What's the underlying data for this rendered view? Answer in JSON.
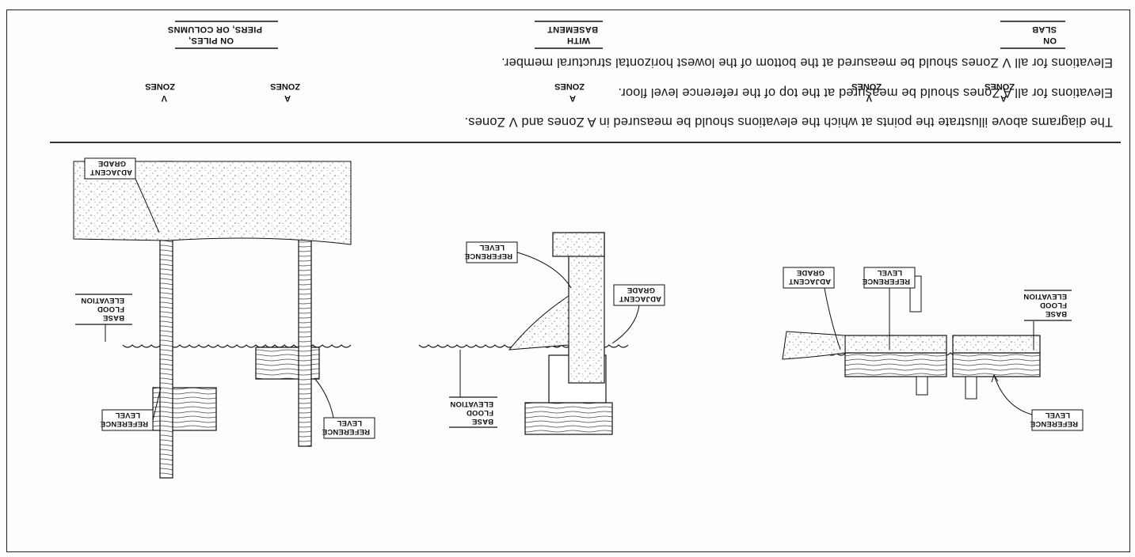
{
  "diagrams": [
    {
      "caption": [
        "ON",
        "SLAB"
      ],
      "zone_a": [
        "A",
        "ZONES"
      ],
      "zone_v": [
        "V",
        "ZONES"
      ],
      "label_reference_left": [
        "REFERENCE",
        "LEVEL"
      ],
      "label_base_flood": [
        "BASE",
        "FLOOD",
        "ELEVATION"
      ],
      "label_reference_right": [
        "REFERENCE",
        "LEVEL"
      ],
      "label_adjacent_grade": [
        "ADJACENT",
        "GRADE"
      ]
    },
    {
      "caption": [
        "WITH",
        "BASEMENT"
      ],
      "zone_a": [
        "A",
        "ZONES"
      ],
      "label_base_flood": [
        "BASE",
        "FLOOD",
        "ELEVATION"
      ],
      "label_adjacent_grade": [
        "ADJACENT",
        "GRADE"
      ],
      "label_reference": [
        "REFERENCE",
        "LEVEL"
      ]
    },
    {
      "caption": [
        "ON PILES,",
        "PIERS, OR COLUMNS"
      ],
      "zone_a": [
        "A",
        "ZONES"
      ],
      "zone_v": [
        "V",
        "ZONES"
      ],
      "label_reference_a": [
        "REFERENCE",
        "LEVEL"
      ],
      "label_reference_v": [
        "REFERENCE",
        "LEVEL"
      ],
      "label_base_flood": [
        "BASE",
        "FLOOD",
        "ELEVATION"
      ],
      "label_adjacent_grade": [
        "ADJACENT",
        "GRADE"
      ]
    }
  ],
  "notes": [
    "The diagrams above illustrate the points at which the elevations should be measured in A Zones and V Zones.",
    "Elevations for all A Zones should be measured at the top of the reference level floor.",
    "Elevations for all V Zones should be measured at the bottom of the lowest horizontal structural member."
  ]
}
